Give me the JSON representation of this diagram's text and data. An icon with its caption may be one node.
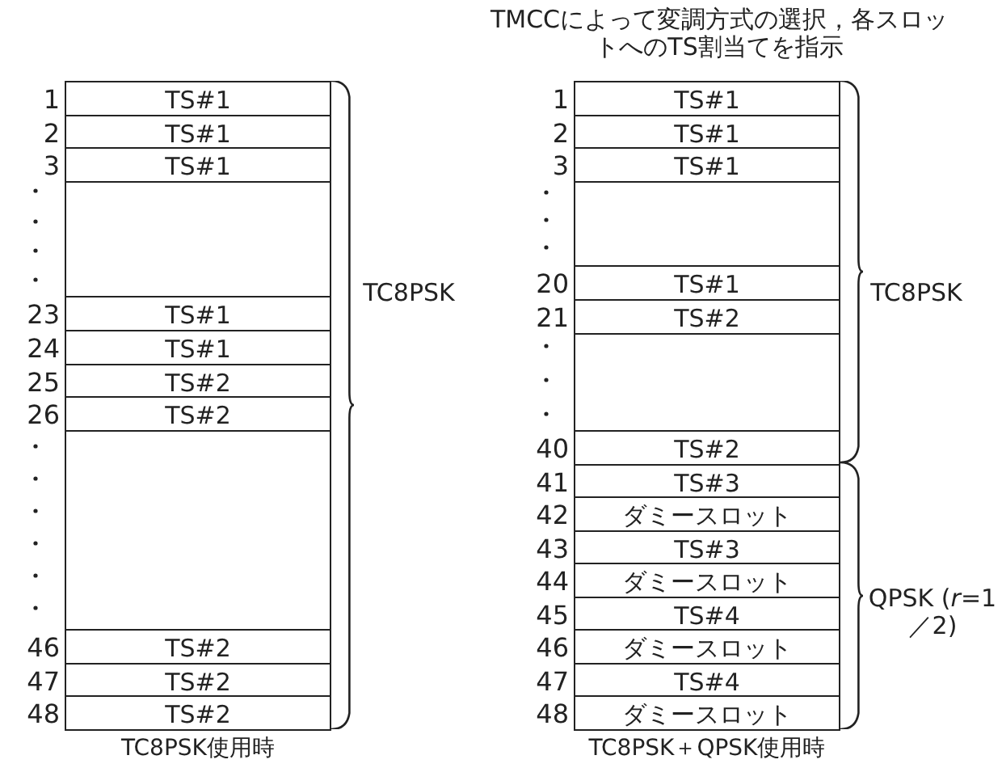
{
  "diagram": {
    "nodes": [
      {
        "text": [
          "TC8PSK使用時"
        ]
      },
      {
        "text": [
          "TS#1"
        ],
        "in": 0,
        "beside": [
          "1"
        ]
      },
      {
        "text": [
          "TS#1"
        ],
        "in": 0,
        "beside": [
          "2"
        ]
      },
      {
        "text": [
          "TS#1"
        ],
        "in": 0,
        "beside": [
          "3"
        ]
      },
      {
        "text": [
          "TS#1"
        ],
        "in": 0,
        "beside": [
          "23"
        ]
      },
      {
        "text": [
          "TS#1"
        ],
        "in": 0,
        "beside": [
          "24"
        ]
      },
      {
        "text": [
          "TS#2"
        ],
        "in": 0,
        "beside": [
          "25"
        ]
      },
      {
        "text": [
          "TS#2"
        ],
        "in": 0,
        "beside": [
          "26"
        ]
      },
      {
        "text": [
          "TS#2"
        ],
        "in": 0,
        "beside": [
          "46"
        ]
      },
      {
        "text": [
          "TS#2"
        ],
        "in": 0,
        "beside": [
          "47"
        ]
      },
      {
        "text": [
          "TS#2"
        ],
        "in": 0,
        "beside": [
          "48"
        ]
      },
      {
        "text": [
          "TC8PSK＋QPSK使用時"
        ]
      },
      {
        "text": [
          "TS#1"
        ],
        "in": 11,
        "beside": [
          "1"
        ]
      },
      {
        "text": [
          "TS#1"
        ],
        "in": 11,
        "beside": [
          "2"
        ]
      },
      {
        "text": [
          "TS#1"
        ],
        "in": 11,
        "beside": [
          "3"
        ]
      },
      {
        "text": [
          "TS#1"
        ],
        "in": 11,
        "beside": [
          "20"
        ]
      },
      {
        "text": [
          "TS#2"
        ],
        "in": 11,
        "beside": [
          "21"
        ]
      },
      {
        "text": [
          "TS#2"
        ],
        "in": 11,
        "beside": [
          "40"
        ]
      },
      {
        "text": [
          "TS#3"
        ],
        "in": 11,
        "beside": [
          "41"
        ]
      },
      {
        "text": [
          "ダミースロット"
        ],
        "in": 11,
        "beside": [
          "42"
        ]
      },
      {
        "text": [
          "TS#3"
        ],
        "in": 11,
        "beside": [
          "43"
        ]
      },
      {
        "text": [
          "ダミースロット"
        ],
        "in": 11,
        "beside": [
          "44"
        ]
      },
      {
        "text": [
          "TS#4"
        ],
        "in": 11,
        "beside": [
          "45"
        ]
      },
      {
        "text": [
          "ダミースロット"
        ],
        "in": 11,
        "beside": [
          "46"
        ]
      },
      {
        "text": [
          "TS#4"
        ],
        "in": 11,
        "beside": [
          "47"
        ]
      },
      {
        "text": [
          "ダミースロット"
        ],
        "in": 11,
        "beside": [
          "48"
        ]
      }
    ],
    "labels": [
      "TMCCによって変調方式の選択，各スロットへのTS割当てを指示",
      "TC8PSK",
      "TC8PSK",
      "QPSK (*r*=1／2)"
    ]
  }
}
